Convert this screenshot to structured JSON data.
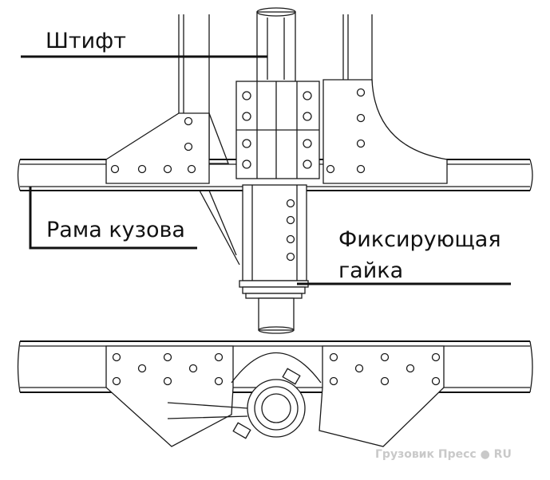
{
  "labels": {
    "pin": "Штифт",
    "body_frame": "Рама кузова",
    "lock_nut_line1": "Фиксирующая",
    "lock_nut_line2": "гайка"
  },
  "watermark": {
    "text": "Грузовик Пресс",
    "suffix": "RU"
  },
  "colors": {
    "ink": "#111111",
    "watermark": "#c9c9c9"
  }
}
